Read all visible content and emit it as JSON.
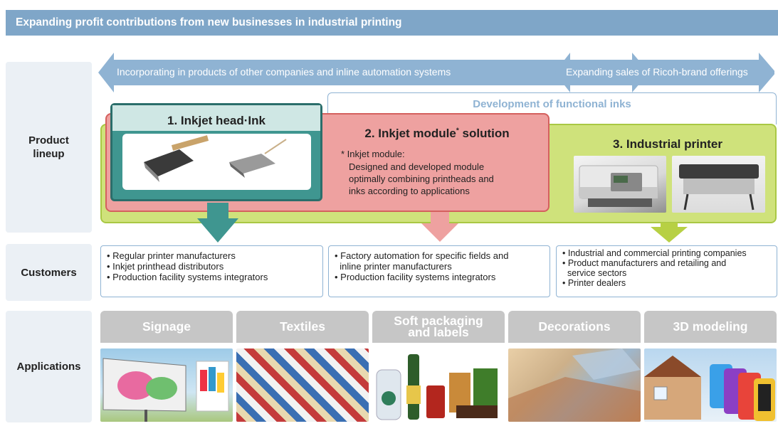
{
  "title": "Expanding profit contributions from new businesses in industrial printing",
  "rows": {
    "product": "Product\nlineup",
    "customers": "Customers",
    "applications": "Applications"
  },
  "arrows": {
    "left": "Incorporating in products of other companies and inline automation systems",
    "right": "Expanding sales of Ricoh-brand offerings"
  },
  "functional_inks": "Development of functional inks",
  "products": [
    {
      "title": "1. Inkjet head·Ink"
    },
    {
      "title": "2. Inkjet module",
      "title_sup": "*",
      "title_suffix": " solution",
      "note_label": "* Inkjet module:",
      "note_lines": [
        "Designed and developed module",
        "optimally combining printheads and",
        "inks according to applications"
      ]
    },
    {
      "title": "3. Industrial printer"
    }
  ],
  "customers": [
    [
      "• Regular printer manufacturers",
      "• Inkjet printhead distributors",
      "• Production facility systems integrators"
    ],
    [
      "• Factory automation for specific fields and",
      "  inline printer manufacturers",
      "• Production facility systems integrators"
    ],
    [
      "• Industrial and commercial printing companies",
      "• Product manufacturers and retailing and",
      "  service sectors",
      "• Printer dealers"
    ]
  ],
  "applications": [
    "Signage",
    "Textiles",
    "Soft packaging\nand labels",
    "Decorations",
    "3D modeling"
  ],
  "colors": {
    "title_bar": "#7fa6c8",
    "arrow": "#8fb3d3",
    "teal": "#3f9690",
    "pink": "#eea1a0",
    "green": "#cfe27b",
    "app_header": "#c6c6c6"
  }
}
